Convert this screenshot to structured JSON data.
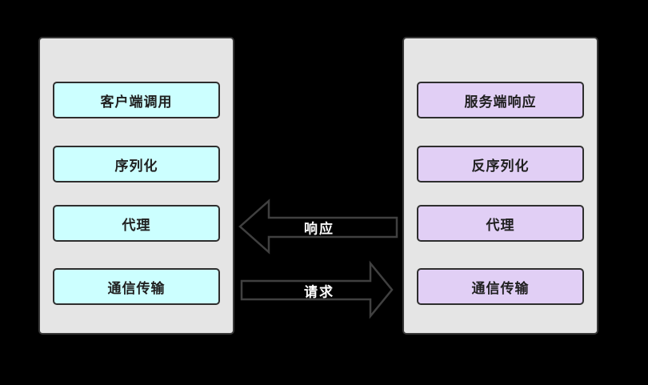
{
  "canvas": {
    "background": "#000000"
  },
  "left_panel": {
    "role": "client-stack",
    "fill": "#e5e5e5",
    "border_color": "#383838",
    "node_fill": "#ccffff",
    "node_border": "#2e2e2e",
    "node_text_color": "#1f1f1f",
    "nodes": [
      "客户端调用",
      "序列化",
      "代理",
      "通信传输"
    ]
  },
  "right_panel": {
    "role": "server-stack",
    "fill": "#e5e5e5",
    "border_color": "#383838",
    "node_fill": "#e1cff5",
    "node_border": "#2e2e2e",
    "node_text_color": "#1f1f1f",
    "nodes": [
      "服务端响应",
      "反序列化",
      "代理",
      "通信传输"
    ]
  },
  "arrows": {
    "response": {
      "label": "响应",
      "direction": "left",
      "fill": "#000000",
      "outline": "#404040",
      "label_color": "#ffffff"
    },
    "request": {
      "label": "请求",
      "direction": "right",
      "fill": "#000000",
      "outline": "#404040",
      "label_color": "#ffffff"
    }
  }
}
